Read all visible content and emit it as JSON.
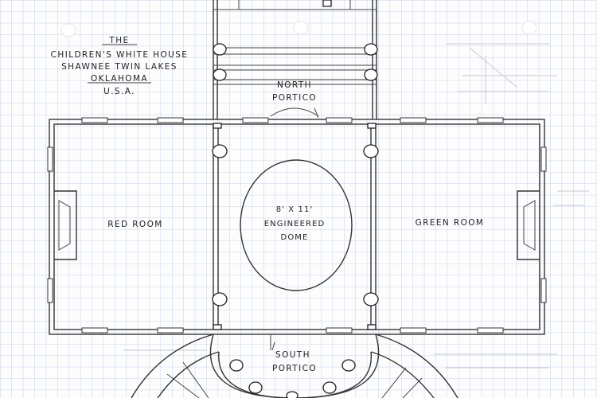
{
  "title_block": {
    "line1": "THE",
    "line2": "CHILDREN'S WHITE HOUSE",
    "line3": "SHAWNEE TWIN LAKES",
    "line4": "OKLAHOMA",
    "line5": "U.S.A."
  },
  "rooms": {
    "north_portico_line1": "NORTH",
    "north_portico_line2": "PORTICO",
    "red_room": "RED ROOM",
    "green_room": "GREEN ROOM",
    "dome_line1": "8' X 11'",
    "dome_line2": "ENGINEERED",
    "dome_line3": "DOME",
    "south_portico_line1": "SOUTH",
    "south_portico_line2": "PORTICO"
  },
  "colors": {
    "paper": "#fdfdfd",
    "grid": "#b4c7e7",
    "ink": "#333333",
    "faded_ink": "#b9bcc6"
  }
}
